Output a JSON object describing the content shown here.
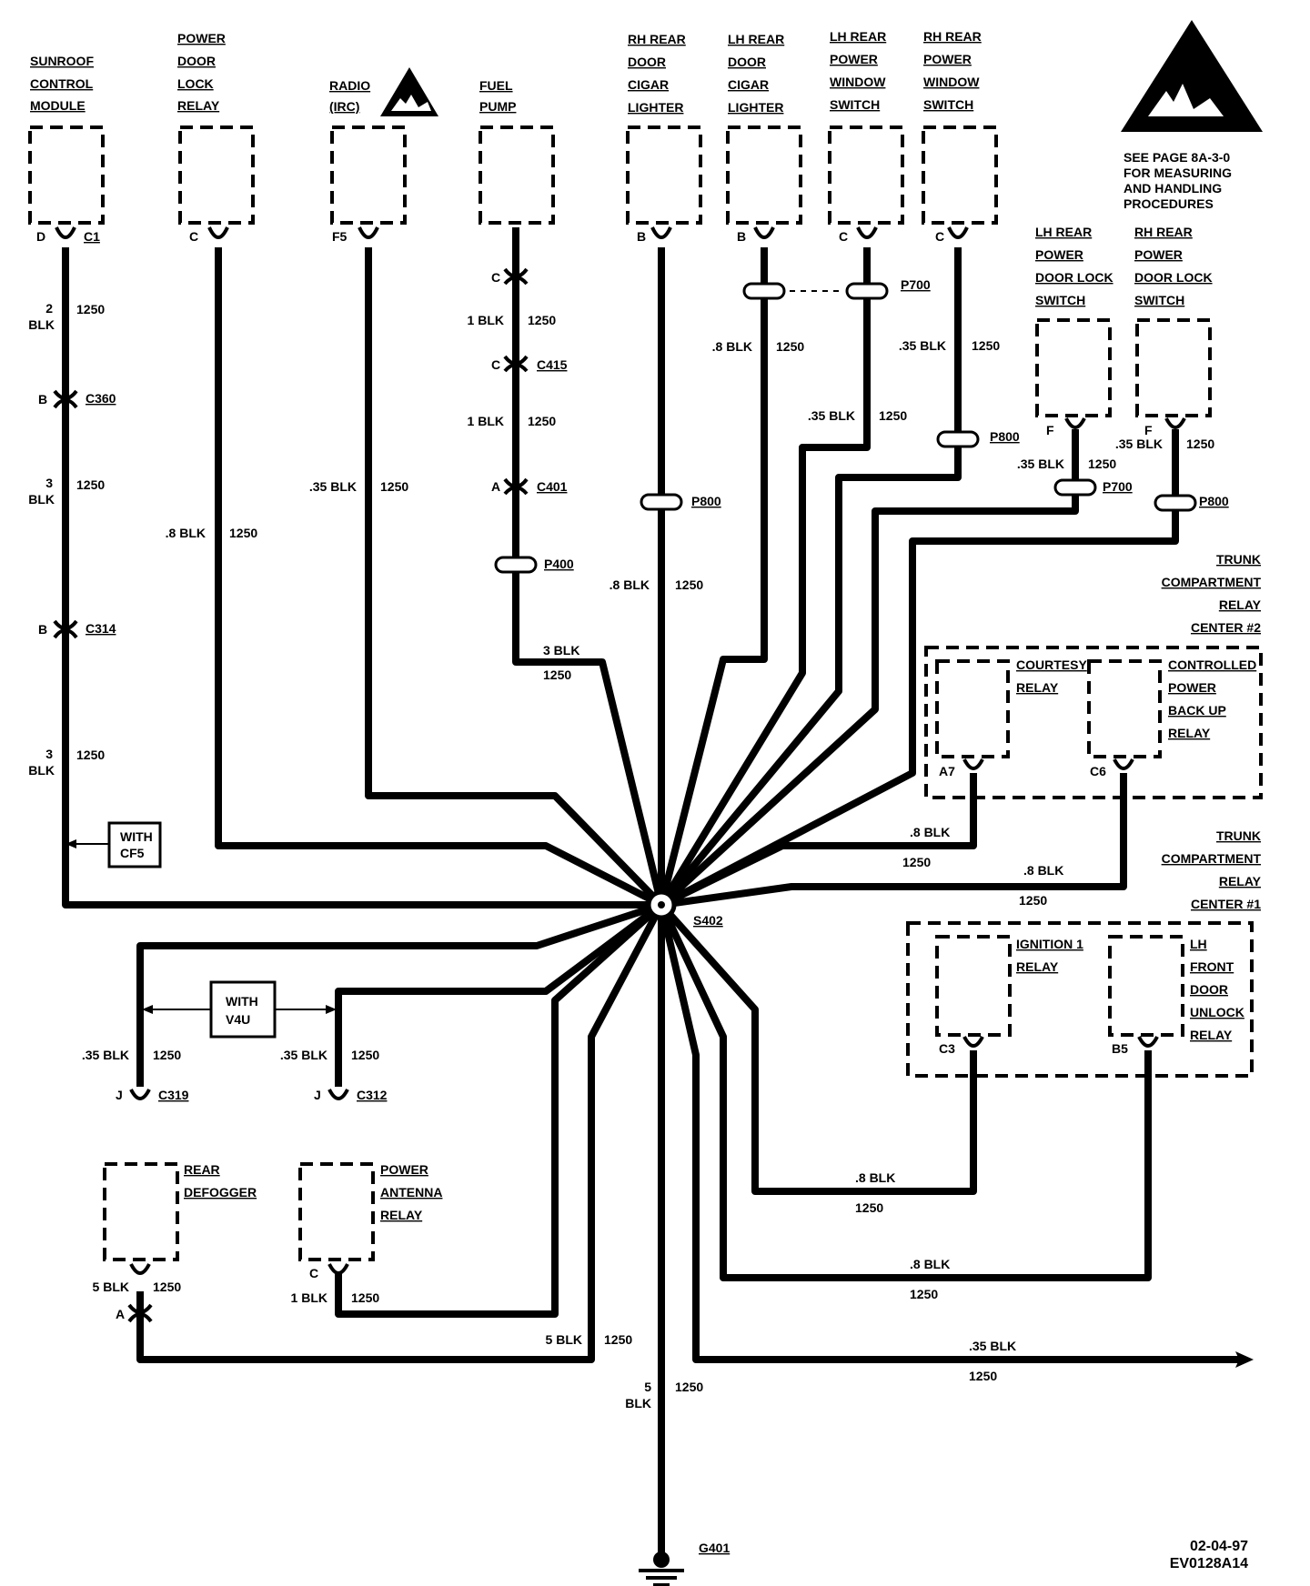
{
  "components": {
    "sunroof": [
      "SUNROOF",
      "CONTROL",
      "MODULE"
    ],
    "pdl_relay": [
      "POWER",
      "DOOR",
      "LOCK",
      "RELAY"
    ],
    "radio": [
      "RADIO",
      "(IRC)"
    ],
    "fuel_pump": [
      "FUEL",
      "PUMP"
    ],
    "rh_cigar": [
      "RH REAR",
      "DOOR",
      "CIGAR",
      "LIGHTER"
    ],
    "lh_cigar": [
      "LH REAR",
      "DOOR",
      "CIGAR",
      "LIGHTER"
    ],
    "lh_window": [
      "LH REAR",
      "POWER",
      "WINDOW",
      "SWITCH"
    ],
    "rh_window": [
      "RH REAR",
      "POWER",
      "WINDOW",
      "SWITCH"
    ],
    "lh_lock_sw": [
      "LH REAR",
      "POWER",
      "DOOR LOCK",
      "SWITCH"
    ],
    "rh_lock_sw": [
      "RH REAR",
      "POWER",
      "DOOR LOCK",
      "SWITCH"
    ],
    "trunk2": [
      "TRUNK",
      "COMPARTMENT",
      "RELAY",
      "CENTER #2"
    ],
    "courtesy": [
      "COURTESY",
      "RELAY"
    ],
    "ctrl_power": [
      "CONTROLLED",
      "POWER",
      "BACK UP",
      "RELAY"
    ],
    "trunk1": [
      "TRUNK",
      "COMPARTMENT",
      "RELAY",
      "CENTER #1"
    ],
    "ign1": [
      "IGNITION 1",
      "RELAY"
    ],
    "lh_unlock": [
      "LH",
      "FRONT",
      "DOOR",
      "UNLOCK",
      "RELAY"
    ],
    "rear_defog": [
      "REAR",
      "DEFOGGER"
    ],
    "antenna": [
      "POWER",
      "ANTENNA",
      "RELAY"
    ]
  },
  "esd_note": [
    "SEE PAGE 8A-3-0",
    "FOR MEASURING",
    "AND HANDLING",
    "PROCEDURES"
  ],
  "options": {
    "cf5": [
      "WITH",
      "CF5"
    ],
    "v4u": [
      "WITH",
      "V4U"
    ]
  },
  "pins": {
    "sunroof_d": "D",
    "sunroof_c1": "C1",
    "pdl_c": "C",
    "radio_f5": "F5",
    "rh_cigar_b": "B",
    "lh_cigar_b": "B",
    "lh_window_c": "C",
    "rh_window_c": "C",
    "lh_lock_f": "F",
    "rh_lock_f": "F",
    "c360_b": "B",
    "c314_b": "B",
    "c415_c": "C",
    "fuel_c": "C",
    "c401_a": "A",
    "courtesy_a7": "A7",
    "ctrl_c6": "C6",
    "ign1_c3": "C3",
    "unlock_b5": "B5",
    "c319_j": "J",
    "c312_j": "J",
    "defog_a": "A",
    "antenna_c": "C"
  },
  "connectors": {
    "c360": "C360",
    "c314": "C314",
    "c415": "C415",
    "c401": "C401",
    "p400": "P400",
    "p800_a": "P800",
    "p700_a": "P700",
    "p800_b": "P800",
    "p700_b": "P700",
    "p800_c": "P800",
    "c319": "C319",
    "c312": "C312",
    "s402": "S402",
    "g401": "G401"
  },
  "wires": {
    "sun_1": {
      "size": "2",
      "color": "BLK",
      "circuit": "1250"
    },
    "sun_2": {
      "size": "3",
      "color": "BLK",
      "circuit": "1250"
    },
    "sun_3": {
      "size": "3",
      "color": "BLK",
      "circuit": "1250"
    },
    "pdl": {
      "size": ".8 BLK",
      "circuit": "1250"
    },
    "radio": {
      "size": ".35 BLK",
      "circuit": "1250"
    },
    "fuel_1": {
      "size": "1 BLK",
      "circuit": "1250"
    },
    "fuel_2": {
      "size": "1 BLK",
      "circuit": "1250"
    },
    "fuel_3": {
      "size": "3 BLK",
      "circuit": "1250"
    },
    "rh_cigar": {
      "size": ".8 BLK",
      "circuit": "1250"
    },
    "lh_cigar": {
      "size": ".8 BLK",
      "circuit": "1250"
    },
    "lh_window": {
      "size": ".35 BLK",
      "circuit": "1250"
    },
    "rh_window": {
      "size": ".35 BLK",
      "circuit": "1250"
    },
    "lh_lock": {
      "size": ".35 BLK",
      "circuit": "1250"
    },
    "rh_lock": {
      "size": ".35 BLK",
      "circuit": "1250"
    },
    "courtesy": {
      "size": ".8 BLK",
      "circuit": "1250"
    },
    "ctrl": {
      "size": ".8 BLK",
      "circuit": "1250"
    },
    "c319": {
      "size": ".35 BLK",
      "circuit": "1250"
    },
    "c312": {
      "size": ".35 BLK",
      "circuit": "1250"
    },
    "ign1": {
      "size": ".8 BLK",
      "circuit": "1250"
    },
    "unlock": {
      "size": ".8 BLK",
      "circuit": "1250"
    },
    "defog": {
      "size": "5 BLK",
      "circuit": "1250"
    },
    "antenna": {
      "size": "1 BLK",
      "circuit": "1250"
    },
    "defog_run": {
      "size": "5 BLK",
      "circuit": "1250"
    },
    "ground": {
      "size": "5",
      "color": "BLK",
      "circuit": "1250"
    },
    "right_out": {
      "size": ".35 BLK",
      "circuit": "1250"
    }
  },
  "footer": {
    "date": "02-04-97",
    "code": "EV0128A14"
  }
}
